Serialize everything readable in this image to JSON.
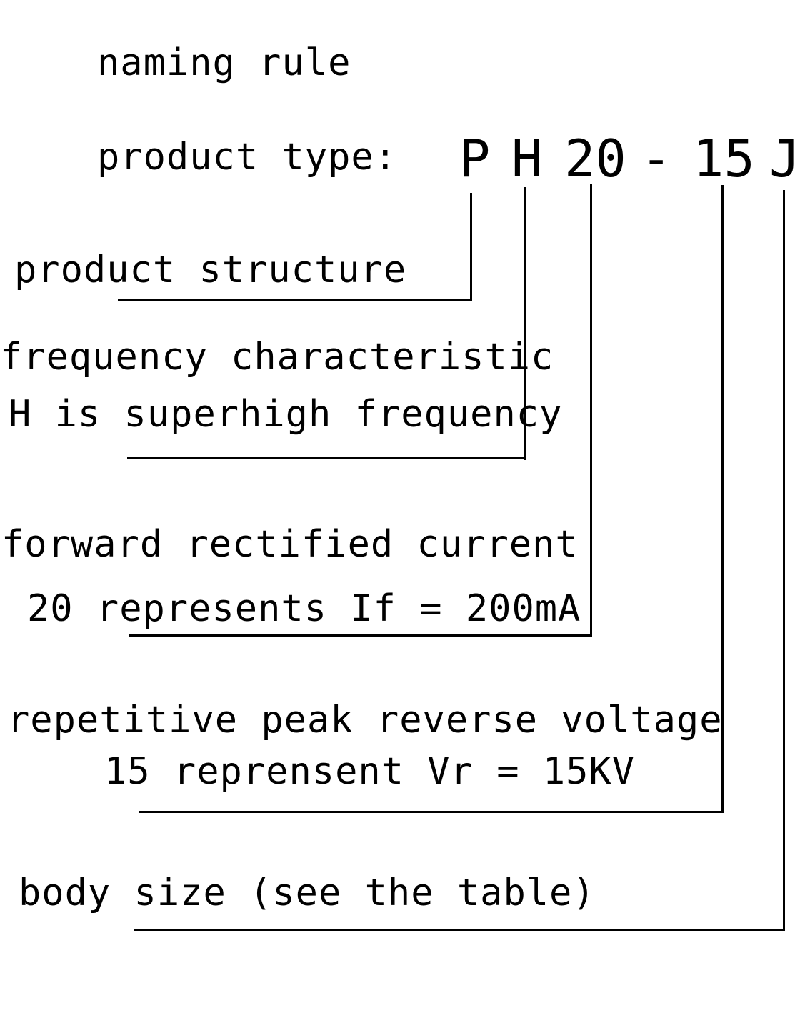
{
  "title": "naming rule",
  "product_type_label": "product type:",
  "code": {
    "p": "P",
    "h": "H",
    "n20": "20",
    "dash": "-",
    "n15": "15",
    "j": "J"
  },
  "descriptions": {
    "structure": "product structure",
    "frequency_line1": "frequency characteristic",
    "frequency_line2": "H is superhigh frequency",
    "current_line1": "forward rectified current",
    "current_line2": "20 represents If = 200mA",
    "voltage_line1": "repetitive peak reverse voltage",
    "voltage_line2": "15 reprensent Vr = 15KV",
    "size": "body size (see the table)"
  }
}
